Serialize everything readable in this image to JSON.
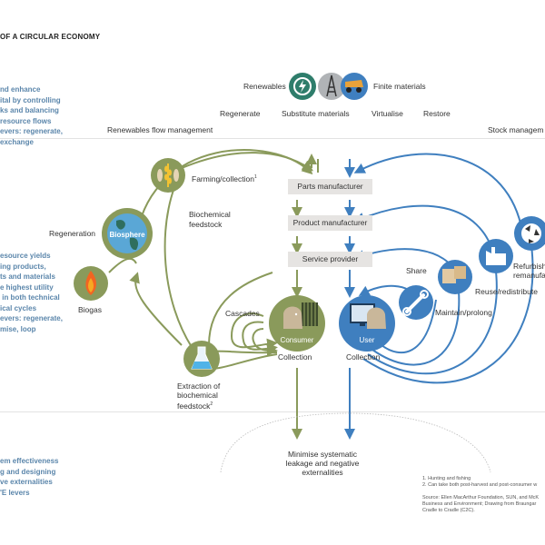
{
  "title": "OF A CIRCULAR ECONOMY",
  "principles": [
    "nd enhance\nital by controlling\nks and balancing\nresource flows\nevers: regenerate,\nexchange",
    "esource yields\ning products,\nts and materials\ne highest utility\n in both technical\nical cycles\nevers: regenerate,\nmise, loop",
    "em effectiveness\ng and designing\nve externalities\n'E levers"
  ],
  "top": {
    "renewables": "Renewables",
    "finite_materials": "Finite materials",
    "levers": [
      "Regenerate",
      "Substitute materials",
      "Virtualise",
      "Restore"
    ],
    "renewables_flow": "Renewables flow management",
    "stock_management": "Stock managem"
  },
  "biological": {
    "farming": "Farming/collection",
    "farming_note": "1",
    "biochemical_feedstock": "Biochemical\nfeedstock",
    "regeneration": "Regeneration",
    "biosphere": "Biosphere",
    "biogas": "Biogas",
    "cascades": "Cascades",
    "extraction": "Extraction of\nbiochemical\nfeedstock",
    "extraction_note": "2",
    "consumer": "Consumer",
    "collection": "Collection"
  },
  "chain": {
    "parts": "Parts manufacturer",
    "product": "Product manufacturer",
    "service": "Service provider"
  },
  "technical": {
    "user": "User",
    "collection": "Collection",
    "share": "Share",
    "maintain": "Maintain/prolong",
    "reuse": "Reuse/redistribute",
    "refurbish": "Refurbish/\nremanufa"
  },
  "leakage": "Minimise systematic\nleakage and negative\nexternalities",
  "footnotes": "1. Hunting and fishing\n2. Can take both post-harvest and post-consumer w",
  "source": "Source: Ellen MacArthur Foundation, SUN, and McK\nBusiness and Environment; Drawing from Braungar\nCradle to Cradle (C2C).",
  "colors": {
    "green": "#8a9a5b",
    "green_dark": "#6f7f45",
    "blue": "#3f7fbf",
    "teal": "#2e7d6b",
    "grey": "#b0b3b6",
    "principle_text": "#5b86ab"
  }
}
